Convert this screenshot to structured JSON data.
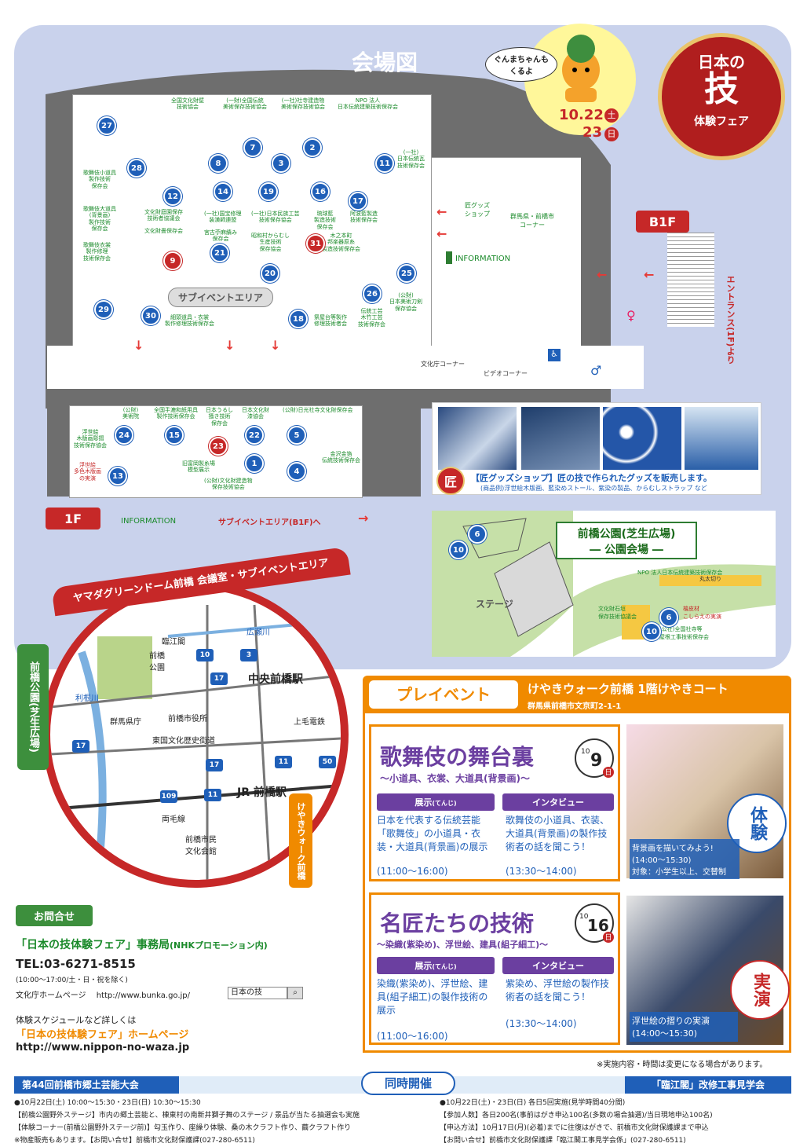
{
  "map": {
    "title": "会場図",
    "floor_b1": "B1F",
    "floor_1": "1F",
    "entrance": "エントランス(1F)より",
    "sub_event_area": "サブイベントエリア",
    "sub_event_to": "サブイベントエリア(B1F)へ",
    "information": "INFORMATION",
    "culture_corner": "文化庁コーナー",
    "video_corner": "ビデオコーナー",
    "gunma_corner": "群馬県・前橋市\nコーナー",
    "takumi_shop": "匠グッズ\nショップ",
    "mascot_speech": "ぐんまちゃんも\nくるよ",
    "date_1": "10.22",
    "day_1": "土",
    "date_2": "23",
    "day_2": "日",
    "badge_line1": "日本の",
    "badge_line2": "技",
    "badge_line3": "体験フェア",
    "b1_booths": [
      "全国文化財壁\n技術協会",
      "(一財)全国伝統\n美術保存技術協会",
      "(一社)社寺建造物\n美術保存技術協会",
      "NPO 法人\n日本伝統建築技術保存会",
      "(一社)\n日本伝統瓦\n技術保存会",
      "歌舞伎小道具\n製作技術\n保存会",
      "歌舞伎大道具\n(背景画)\n製作技術\n保存会",
      "歌舞伎衣裳\n製作修理\n技術保存会",
      "文化財庭園保存\n技術者協議会",
      "文化財畳保存会",
      "(一社)国宝修理\n装潢師連盟",
      "宮古苧麻績み\n保存会",
      "(一社)日本民族工芸\n技術保存協会",
      "昭和村からむし\n生産技術\n保存協会",
      "琉球藍\n製造技術\n保存会",
      "阿波藍製造\n技術保存会",
      "木之本町\n邦楽器原糸\n製造技術保存会",
      "(公財)\n日本美術刀剣\n保存協会",
      "伝統工芸\n木竹工芸\n技術保存会",
      "祭屋台等製作\n修理技術者会",
      "細頭道具・衣裳\n製作修理技術保存会"
    ],
    "f1_booths": [
      "(公財)\n美術院",
      "全国手漉和紙用具\n製作技術保存会",
      "日本うるし\n掻き技術\n保存会",
      "日本文化財\n漆協会",
      "(公財)日光社寺文化財保存会",
      "浮世絵\n木版画彫摺\n技術保存協会",
      "旧富岡製糸場\n模型展示",
      "浮世絵\n多色木版画\nの実演",
      "金沢金箔\n伝統技術保存会",
      "(公財)文化財建造物\n保存技術協会"
    ]
  },
  "shop": {
    "title": "【匠グッズショップ】匠の技で作られたグッズを販売します。",
    "goods": "(商品例)浮世絵木版画、藍染めストール、紫染の製品、からむしストラップ など",
    "logo": "匠"
  },
  "park": {
    "title": "前橋公園(芝生広場)",
    "subtitle": "― 公園会場 ―",
    "stage": "ステージ",
    "booth_npo": "NPO 法人日本伝統建築技術保存会",
    "booth_maruta": "丸太切り",
    "booth_ishigaki": "文化財石垣\n保存技術協議会",
    "booth_hiwada": "檜皮材\nこしらえの実演",
    "booth_yane": "(公社)全国社寺等\n屋根工事技術保存会"
  },
  "access": {
    "title": "ヤマダグリーンドーム前橋 会議室・サブイベントエリア",
    "park_label": "前橋公園(芝生広場)",
    "keyaki_label": "けやきウォーク前橋",
    "places": [
      "臨江閣",
      "前橋\n公園",
      "広瀬川",
      "中央前橋駅",
      "利根川",
      "群馬県庁",
      "前橋市役所",
      "東国文化歴史街道",
      "上毛電鉄",
      "JR 前橋駅",
      "両毛線",
      "前橋市民\n文化会館"
    ],
    "routes": [
      "10",
      "3",
      "17",
      "17",
      "11",
      "11",
      "17",
      "50",
      "109"
    ]
  },
  "contact": {
    "heading": "お問合せ",
    "office": "「日本の技体験フェア」事務局",
    "office_sub": "(NHKプロモーション内)",
    "tel": "TEL:03-6271-8515",
    "hours": "(10:00～17:00/土・日・祝を除く)",
    "bunka_label": "文化庁ホームページ",
    "bunka_url": "http://www.bunka.go.jp/",
    "search_value": "日本の技",
    "schedule_note": "体験スケジュールなど詳しくは",
    "homepage_label": "「日本の技体験フェア」ホームページ",
    "homepage_url": "http://www.nippon-no-waza.jp"
  },
  "pre_event": {
    "title": "プレイベント",
    "venue": "けやきウォーク前橋 1階けやきコート",
    "address": "群馬県前橋市文京町2-1-1",
    "event1": {
      "title": "歌舞伎の舞台裏",
      "subtitle": "～小道具、衣裳、大道具(背景画)～",
      "month": "10",
      "day": "9",
      "weekday": "日",
      "tag_show": "展示",
      "tag_show_sub": "(てんじ)",
      "tag_interview": "インタビュー",
      "show_text": "日本を代表する伝統芸能「歌舞伎」の小道具・衣装・大道具(背景画)の展示",
      "show_time": "(11:00～16:00)",
      "interview_text": "歌舞伎の小道具、衣装、大道具(背景画)の製作技術者の話を聞こう！",
      "interview_time": "(13:30～14:00)",
      "experience_label": "体験",
      "photo_caption": "背景画を描いてみよう!",
      "photo_time": "(14:00～15:30)",
      "photo_target": "対象：小学生以上、交替制"
    },
    "event2": {
      "title": "名匠たちの技術",
      "subtitle": "～染織(紫染め)、浮世絵、建具(組子細工)～",
      "month": "10",
      "day": "16",
      "weekday": "日",
      "tag_show": "展示",
      "tag_show_sub": "(てんじ)",
      "tag_interview": "インタビュー",
      "show_text": "染織(紫染め)、浮世絵、建具(組子細工)の製作技術の展示",
      "show_time": "(11:00～16:00)",
      "interview_text": "紫染め、浮世絵の製作技術者の話を聞こう！",
      "interview_time": "(13:30～14:00)",
      "demo_label": "実演",
      "photo_caption": "浮世絵の摺りの実演",
      "photo_time": "(14:00～15:30)"
    },
    "note": "※実施内容・時間は変更になる場合があります。"
  },
  "simultaneous": {
    "label": "同時開催",
    "left_title": "第44回前橋市郷土芸能大会",
    "left_lines": [
      "●10月22日(土) 10:00～15:30・23日(日) 10:30～15:30",
      "【前橋公園野外ステージ】市内の郷土芸能と、棟東村の南新井獅子舞のステージ / 景品が当たる抽選会も実施",
      "【体験コーナー(前橋公園野外ステージ前)】勾玉作り、座繰り体験、桑の木クラフト作り、繭クラフト作り",
      "※物産販売もあります。【お問い合せ】前橋市文化財保護課(027-280-6511)"
    ],
    "right_title": "「臨江閣」改修工事見学会",
    "right_lines": [
      "●10月22日(土)・23日(日) 各日5回実施(見学時間40分間)",
      "【参加人数】各日200名(事前はがき申込100名(多数の場合抽選)/当日現地申込100名)",
      "【申込方法】10月17日(月)(必着)までに往復はがきで、前橋市文化財保護課まで申込",
      "【お問い合せ】前橋市文化財保護課「臨江閣工事見学会係」(027-280-6511)"
    ]
  }
}
